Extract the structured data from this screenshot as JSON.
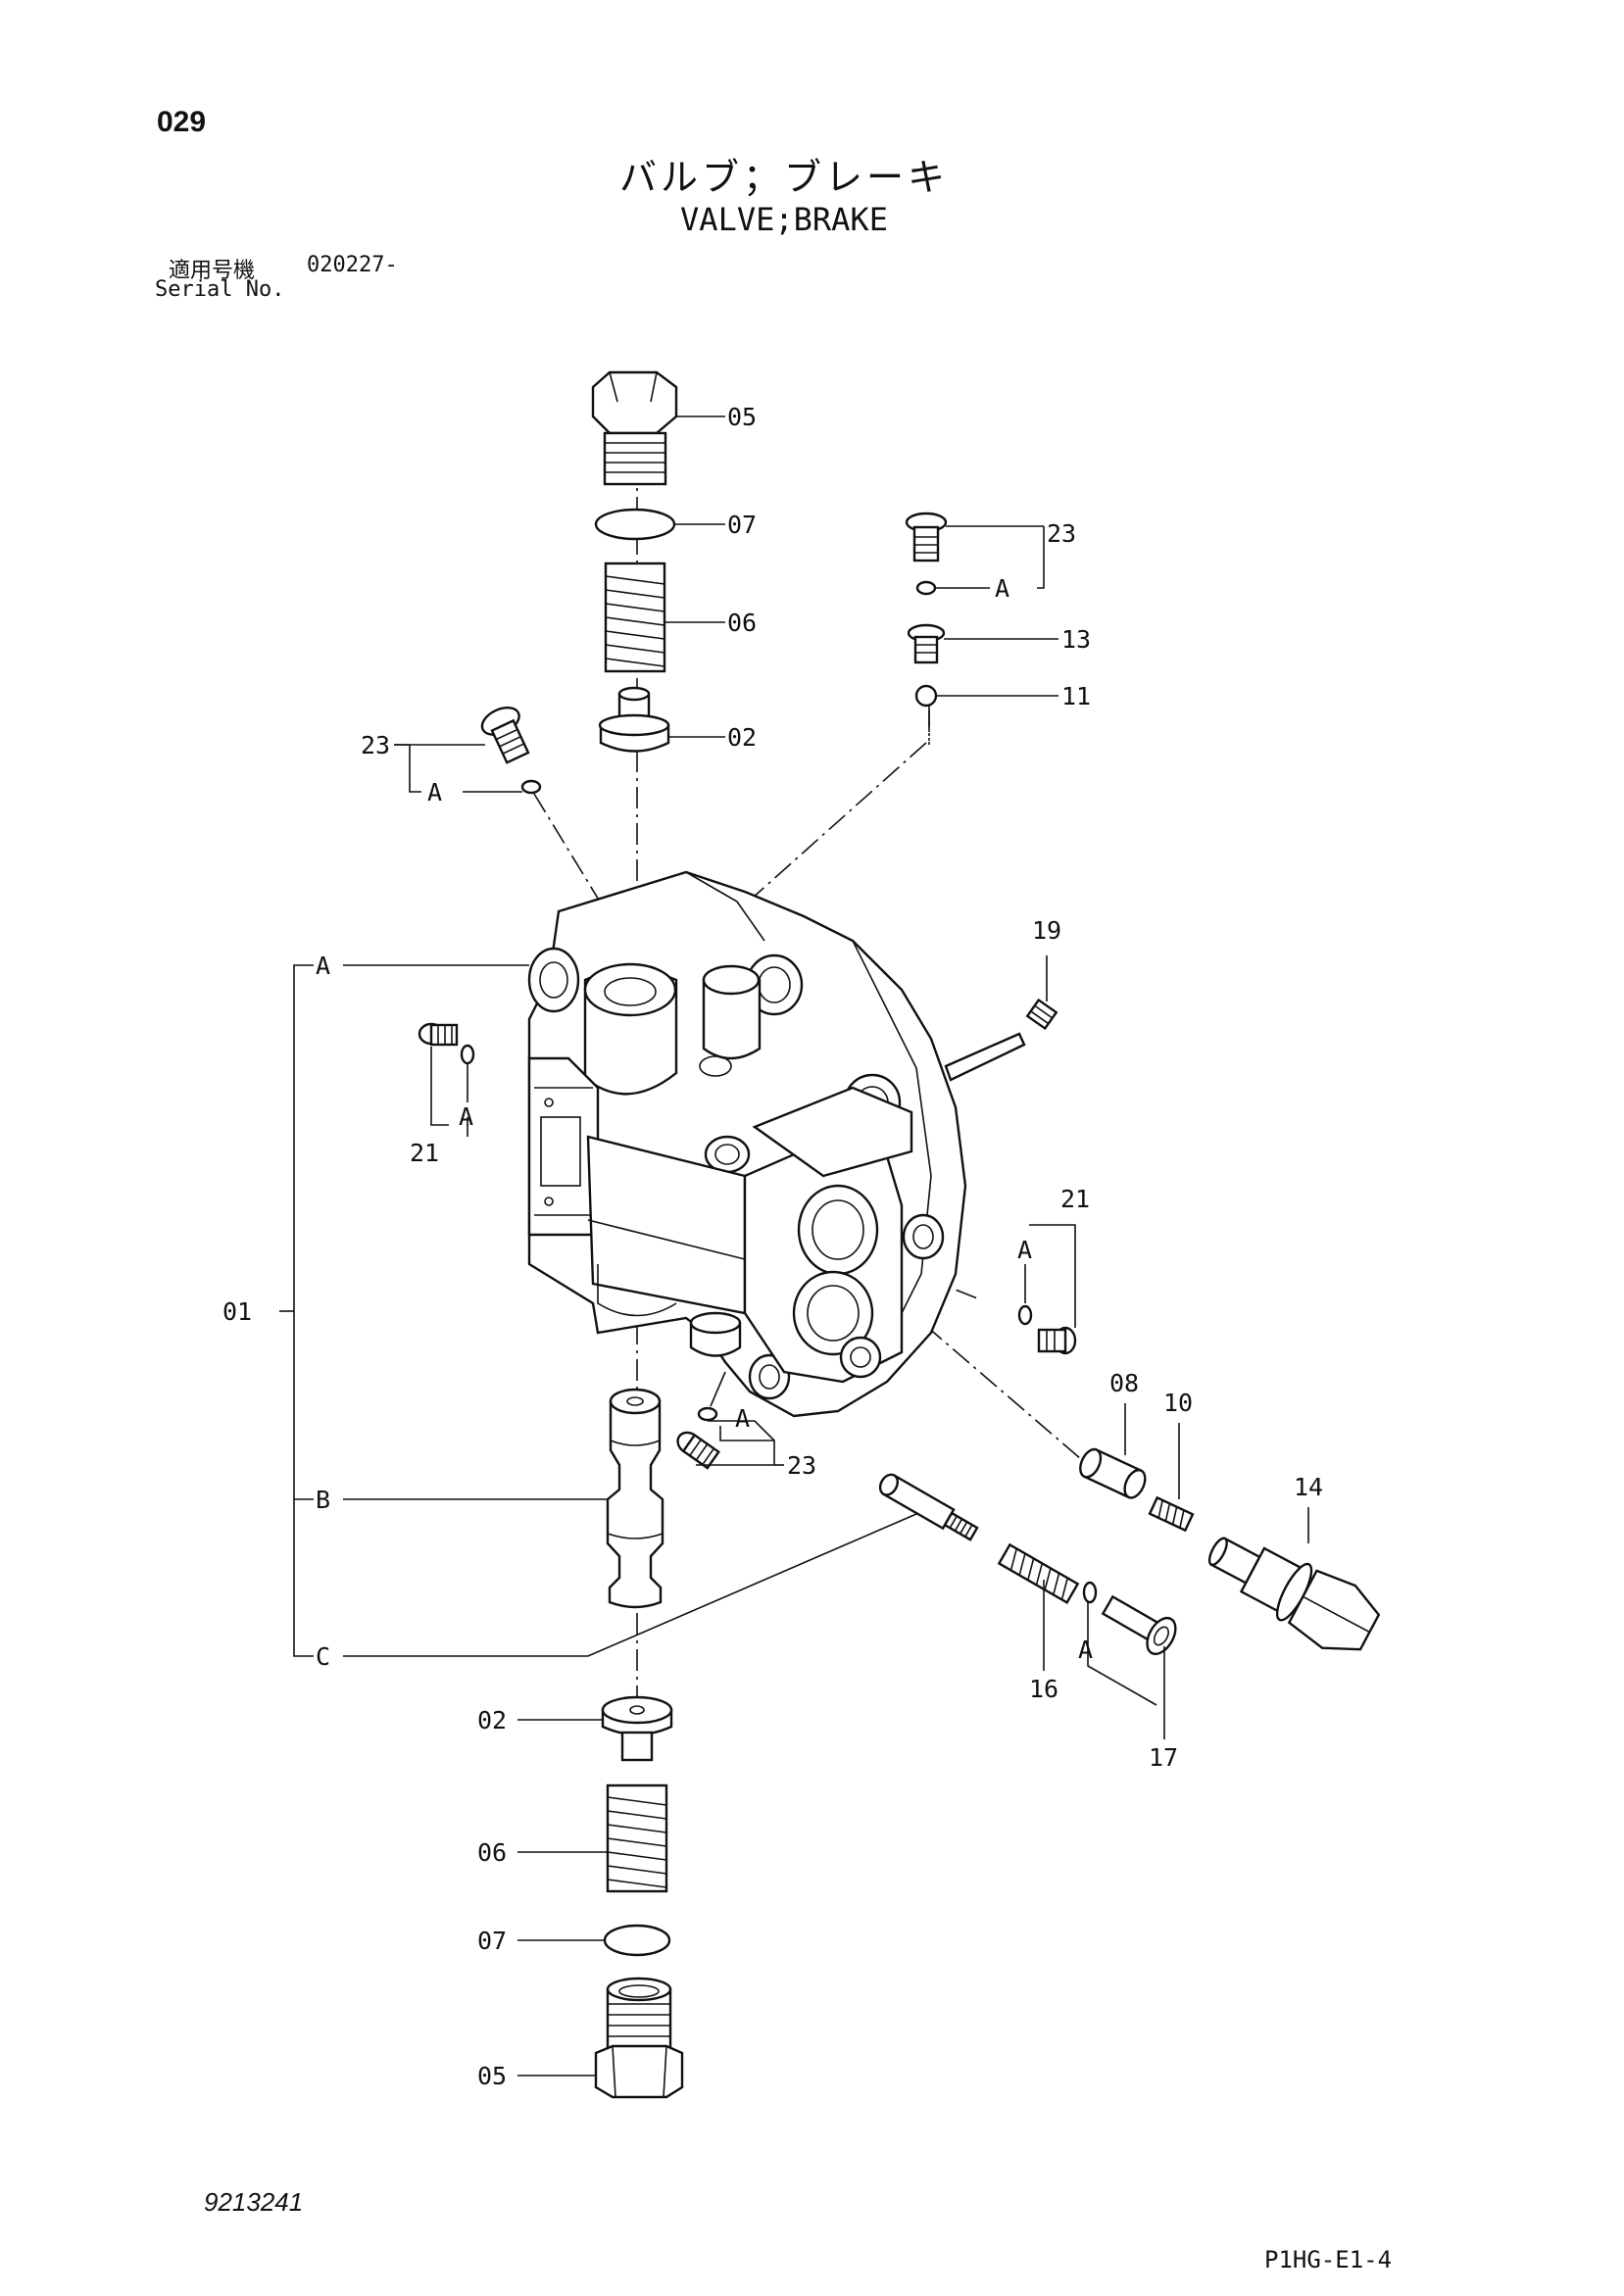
{
  "page": {
    "number": "029",
    "title_jp": "バルブ；ブレーキ",
    "title_en": "VALVE;BRAKE",
    "serial_label_jp": "適用号機",
    "serial_value": "020227-",
    "serial_label_en": "Serial No.",
    "drawing_number": "9213241",
    "sheet_code": "P1HG-E1-4"
  },
  "callouts": {
    "p05_top": "05",
    "p07_top": "07",
    "p06_top": "06",
    "p02_top": "02",
    "p23_top_right": "23",
    "a_top_right": "A",
    "p13": "13",
    "p11": "11",
    "p23_left": "23",
    "a_left": "A",
    "p19": "19",
    "p01": "01",
    "a_group": "A",
    "b_group": "B",
    "c_group": "C",
    "p21_left": "21",
    "a_21_left": "A",
    "p21_right": "21",
    "a_21_right": "A",
    "p23_lower": "23",
    "a_23_lower": "A",
    "p08": "08",
    "p10": "10",
    "p14": "14",
    "p16": "16",
    "p17": "17",
    "a_17": "A",
    "p02_bottom": "02",
    "p06_bottom": "06",
    "p07_bottom": "07",
    "p05_bottom": "05"
  }
}
